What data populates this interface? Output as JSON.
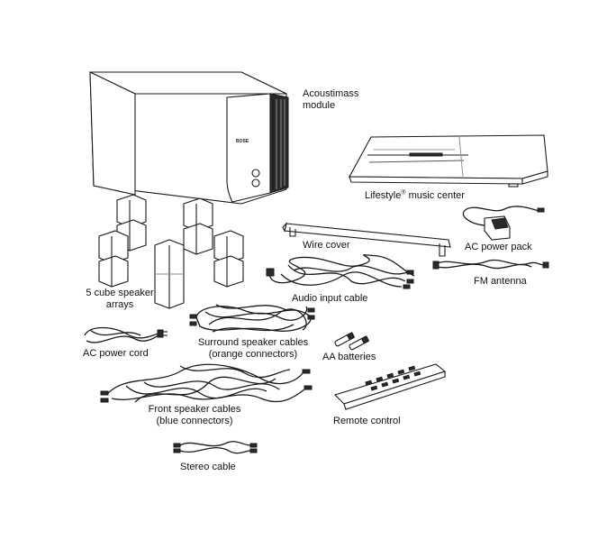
{
  "labels": {
    "acoustimass_1": "Acoustimass",
    "acoustimass_2": "module",
    "music_center_brand": "Lifestyle",
    "music_center_mark": "®",
    "music_center_rest": " music center",
    "module_logo": "BOSE",
    "cubes_1": "5 cube speaker",
    "cubes_2": "arrays",
    "wire_cover": "Wire cover",
    "ac_power_pack": "AC power pack",
    "fm_antenna": "FM antenna",
    "audio_input_cable": "Audio input cable",
    "surround_1": "Surround speaker cables",
    "surround_2": "(orange connectors)",
    "ac_power_cord": "AC power cord",
    "aa_batteries": "AA batteries",
    "front_1": "Front speaker cables",
    "front_2": "(blue connectors)",
    "remote": "Remote control",
    "stereo": "Stereo cable"
  }
}
